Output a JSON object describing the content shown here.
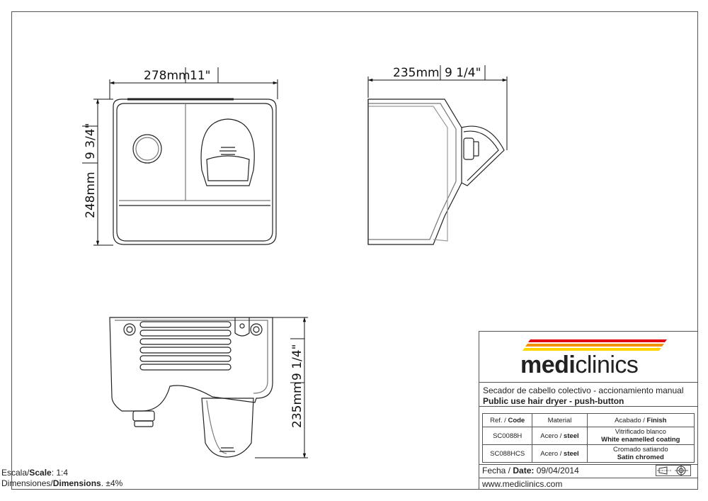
{
  "front_view": {
    "width_dim": "278mm",
    "width_dim_in": "11\"",
    "height_dim": "248mm",
    "height_dim_in": "9 3/4\""
  },
  "side_view": {
    "depth_dim": "235mm",
    "depth_dim_in": "9 1/4\""
  },
  "bottom_view": {
    "depth_dim": "235mm",
    "depth_dim_in": "9 1/4\""
  },
  "title_block": {
    "logo_bold": "medi",
    "logo_thin": "clinics",
    "logo_stripe_colors": [
      "#e30613",
      "#f39200",
      "#ffd500"
    ],
    "description_es": "Secador de cabello colectivo - accionamiento manual",
    "description_en": "Public use hair dryer - push-button",
    "table": {
      "col_ref_es": "Ref. / ",
      "col_ref_en": "Code",
      "col_material": "Material",
      "col_finish_es": "Acabado / ",
      "col_finish_en": "Finish",
      "rows": [
        {
          "code": "SC0088H",
          "material_es": "Acero / ",
          "material_en": "steel",
          "finish_es": "Vitrificado blanco",
          "finish_en": "White enamelled coating"
        },
        {
          "code": "SC088HCS",
          "material_es": "Acero / ",
          "material_en": "steel",
          "finish_es": "Cromado satiando",
          "finish_en": "Satin chromed"
        }
      ]
    },
    "date_label_es": "Fecha / ",
    "date_label_en": "Date:",
    "date_value": " 09/04/2014",
    "url": "www.mediclinics.com",
    "projection_icon": "first-angle-projection-icon"
  },
  "scale": {
    "label_es": "Escala/",
    "label_en": "Scale",
    "value": ":  1:4"
  },
  "dimensions_note": {
    "label_es": "Dimensiones/",
    "label_en": "Dimensions",
    "value": ".  ±4%"
  }
}
